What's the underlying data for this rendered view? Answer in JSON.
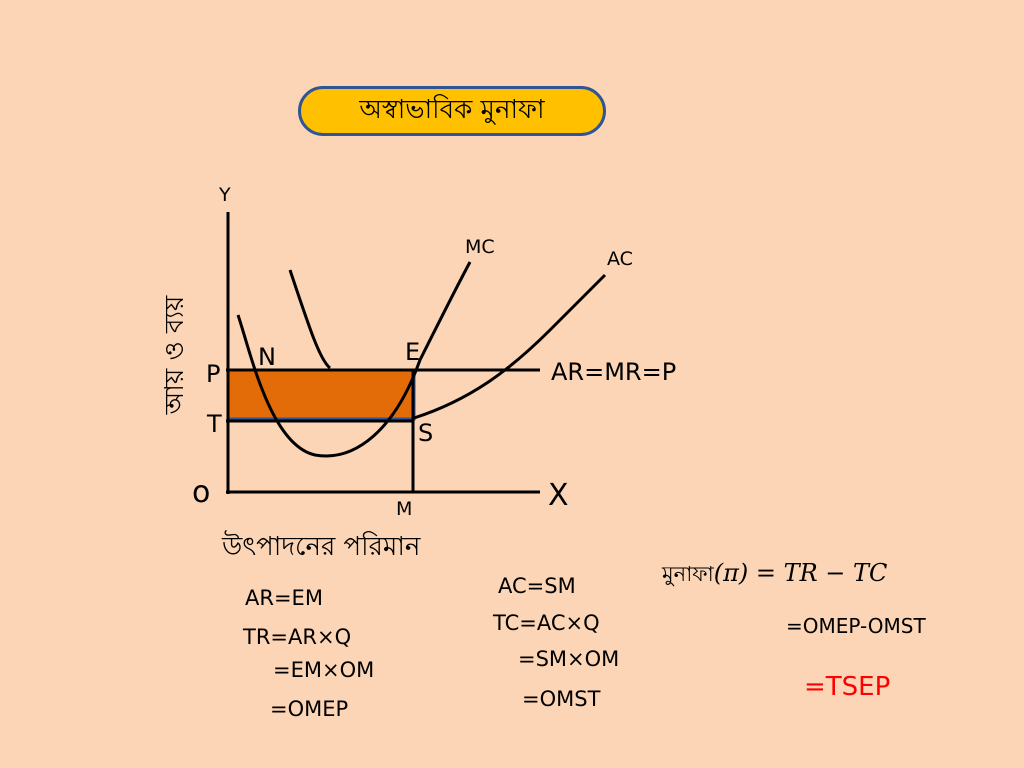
{
  "title": "অস্বাভাবিক মুনাফা",
  "axes": {
    "y": "Y",
    "x": "X",
    "origin": "o",
    "y_title": "আয় ও ব্যয়",
    "x_title": "উৎপাদনের পরিমান"
  },
  "curve_labels": {
    "mc": "MC",
    "ac": "AC",
    "ar": "AR=MR=P"
  },
  "points": {
    "p": "P",
    "n": "N",
    "e": "E",
    "t": "T",
    "s": "S",
    "m": "M"
  },
  "colors": {
    "background": "#fbd5b5",
    "title_fill": "#ffc000",
    "title_border": "#2f5597",
    "profit_rect": "#e36c09",
    "highlight": "#ff0000"
  },
  "formulas": {
    "col1": [
      "AR=EM",
      "TR=AR×Q",
      "=EM×OM",
      "=OMEP"
    ],
    "col2": [
      "AC=SM",
      "TC=AC×Q",
      "=SM×OM",
      "=OMST"
    ],
    "profit_word": "মুনাফা",
    "profit_expr": "(π) = TR − TC",
    "result1": "=OMEP-OMST",
    "result2": "=TSEP"
  }
}
